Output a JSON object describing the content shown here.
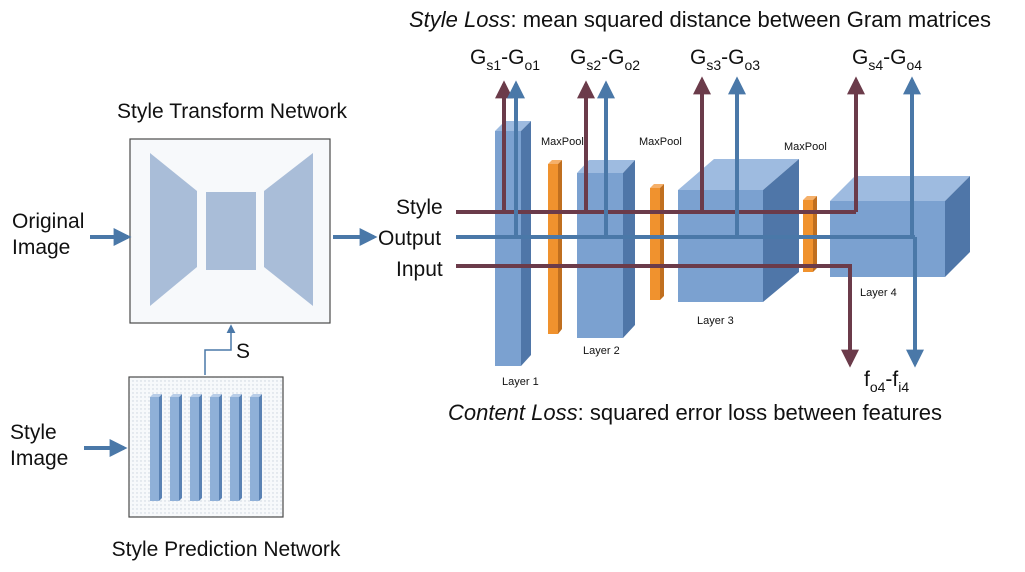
{
  "style_loss": {
    "term": "Style Loss",
    "rest": ": mean squared distance between Gram matrices"
  },
  "content_loss": {
    "term": "Content Loss",
    "rest": ": squared error loss between features"
  },
  "transform_network": {
    "title": "Style Transform Network"
  },
  "prediction_network": {
    "title": "Style Prediction Network"
  },
  "inputs": {
    "original_line1": "Original",
    "original_line2": "Image",
    "style_line1": "Style",
    "style_line2": "Image",
    "s_label": "S"
  },
  "streams": {
    "style": "Style",
    "output": "Output",
    "input": "Input"
  },
  "layers": {
    "layer1": "Layer 1",
    "layer2": "Layer 2",
    "layer3": "Layer 3",
    "layer4": "Layer 4",
    "maxpool": "MaxPool"
  },
  "gram_labels": [
    {
      "base": "G",
      "sub1": "s1",
      "mid": "-G",
      "sub2": "o1"
    },
    {
      "base": "G",
      "sub1": "s2",
      "mid": "-G",
      "sub2": "o2"
    },
    {
      "base": "G",
      "sub1": "s3",
      "mid": "-G",
      "sub2": "o3"
    },
    {
      "base": "G",
      "sub1": "s4",
      "mid": "-G",
      "sub2": "o4"
    }
  ],
  "feature_label": {
    "base": "f",
    "sub1": "o4",
    "mid": "-f",
    "sub2": "i4"
  },
  "colors": {
    "style_line": "#6b3b4a",
    "output_line": "#4a78a8",
    "layer_front": "#7ba1d0",
    "layer_side": "#4f76a8",
    "layer_top": "#9ebbe0",
    "maxpool": "#f0922e",
    "network_fill": "#a9bdd8"
  }
}
